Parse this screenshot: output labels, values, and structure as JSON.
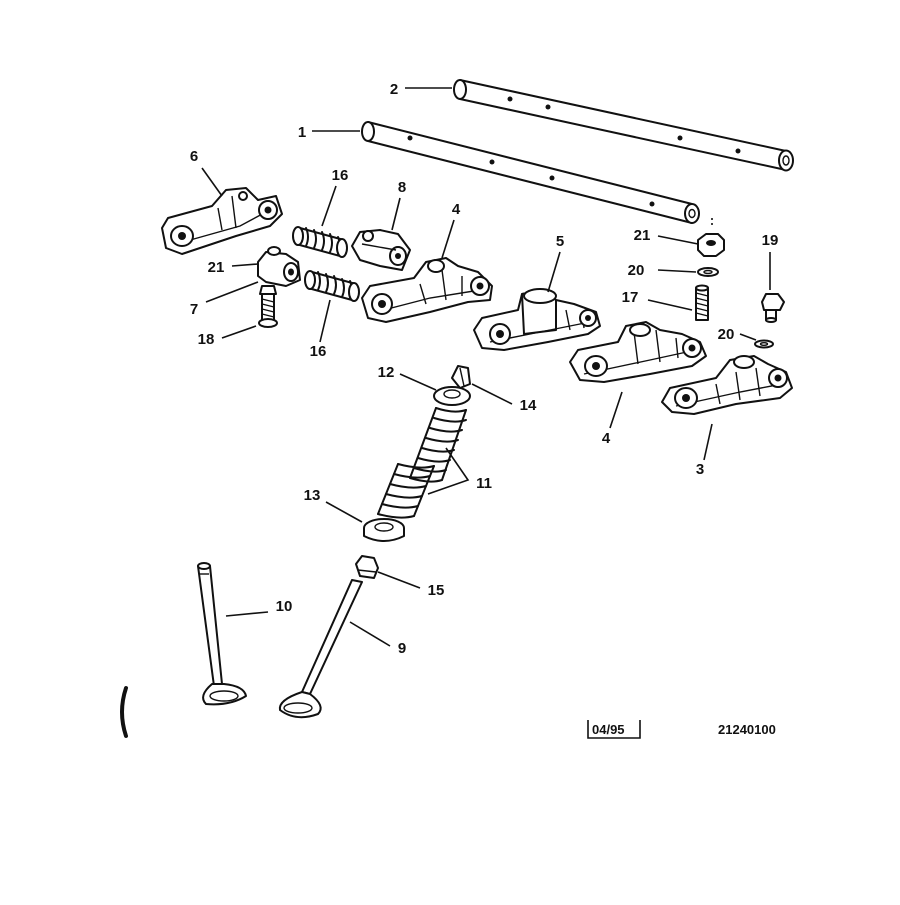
{
  "diagram": {
    "callouts": {
      "c1": "1",
      "c2": "2",
      "c3": "3",
      "c4a": "4",
      "c4b": "4",
      "c5": "5",
      "c6": "6",
      "c7": "7",
      "c8": "8",
      "c9": "9",
      "c10": "10",
      "c11": "11",
      "c12": "12",
      "c13": "13",
      "c14": "14",
      "c15": "15",
      "c16a": "16",
      "c16b": "16",
      "c17": "17",
      "c18": "18",
      "c19": "19",
      "c20a": "20",
      "c20b": "20",
      "c21a": "21",
      "c21b": "21"
    },
    "footer": {
      "date_code": "04/95",
      "part_number": "21240100"
    }
  }
}
